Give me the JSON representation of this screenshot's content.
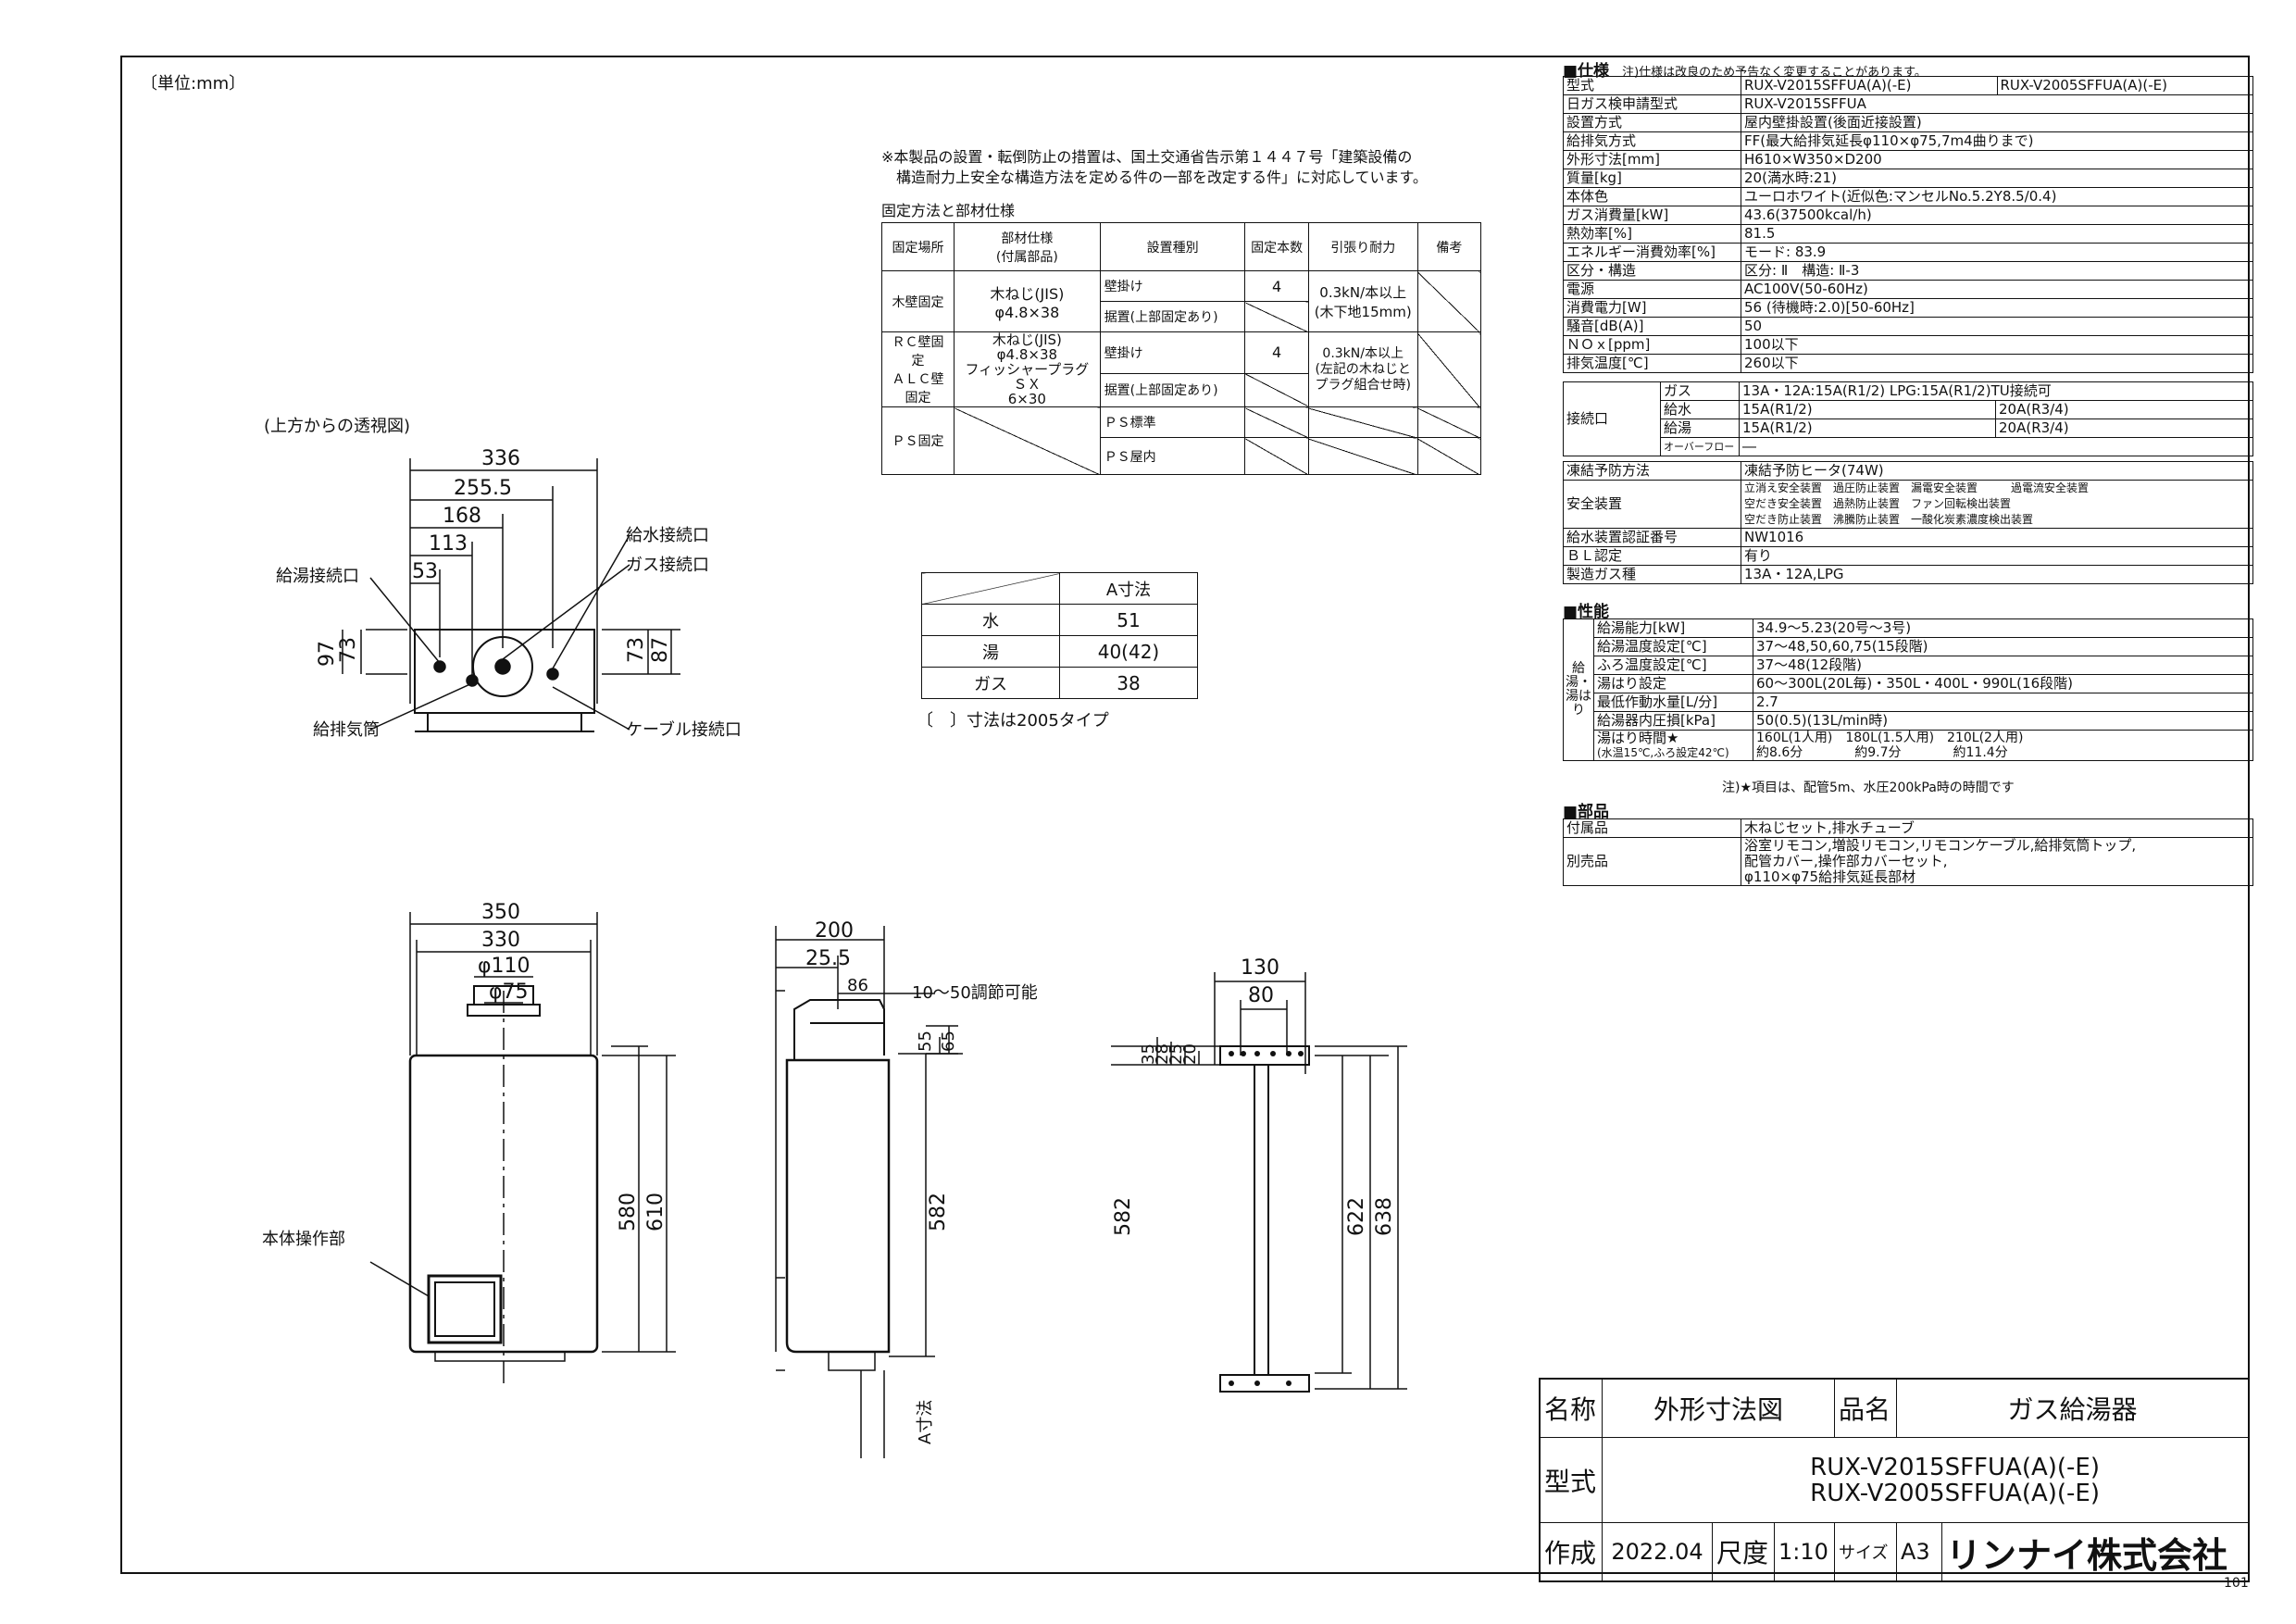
{
  "unit_note": "〔単位:mm〕",
  "fixing_note": {
    "line1": "※本製品の設置・転倒防止の措置は、国土交通省告示第１４４７号「建築設備の",
    "line2": "　構造耐力上安全な構造方法を定める件の一部を改定する件」に対応しています。",
    "caption": "固定方法と部材仕様"
  },
  "fixing_table": {
    "headers": [
      "固定場所",
      "部材仕様\n(付属部品)",
      "設置種別",
      "固定本数",
      "引張り耐力",
      "備考"
    ],
    "wood_place": "木壁固定",
    "wood_material": "木ねじ(JIS)\nφ4.8×38",
    "wall_hang": "壁掛け",
    "wood_count": "4",
    "wood_strength": "0.3kN/本以上\n(木下地15mm)",
    "shelf_top": "据置(上部固定あり)",
    "rc_place": "ＲＣ壁固定\nＡＬＣ壁固定",
    "rc_material": "木ねじ(JIS)\nφ4.8×38\nフィッシャープラグＳＸ\n6×30",
    "rc_hang": "壁掛け",
    "rc_count": "4",
    "rc_strength": "0.3kN/本以上\n(左記の木ねじと\nプラグ組合せ時)",
    "rc_shelf": "据置(上部固定あり)",
    "ps_place": "ＰＳ固定",
    "ps_std": "ＰＳ標準",
    "ps_inner": "ＰＳ屋内"
  },
  "a_table": {
    "header": "A寸法",
    "rows": [
      [
        "水",
        "51"
      ],
      [
        "湯",
        "40(42)"
      ],
      [
        "ガス",
        "38"
      ]
    ],
    "note": "〔　〕寸法は2005タイプ"
  },
  "top_view": {
    "caption": "(上方からの透視図)",
    "dims": [
      "336",
      "255.5",
      "168",
      "113",
      "53",
      "97",
      "73",
      "73",
      "87"
    ],
    "labels": {
      "hot_out": "給湯接続口",
      "water_in": "給水接続口",
      "gas_in": "ガス接続口",
      "flue": "給排気筒",
      "cable": "ケーブル接続口"
    }
  },
  "front_view": {
    "dims": [
      "350",
      "330",
      "φ110",
      "φ75",
      "580",
      "610"
    ],
    "panel_label": "本体操作部"
  },
  "side_view": {
    "dims": [
      "200",
      "25.5",
      "86",
      "10～50調節可能",
      "55",
      "65",
      "582",
      "A寸法"
    ]
  },
  "bracket_view": {
    "dims": [
      "130",
      "80",
      "35",
      "28",
      "25",
      "20",
      "582",
      "622",
      "638"
    ]
  },
  "spec": {
    "head": "■仕様",
    "head_note": "注)仕様は改良のため予告なく変更することがあります。",
    "model_label": "型式",
    "model_a": "RUX-V2015SFFUA(A)(-E)",
    "model_b": "RUX-V2005SFFUA(A)(-E)",
    "rows": [
      [
        "日ガス検申請型式",
        "RUX-V2015SFFUA"
      ],
      [
        "設置方式",
        "屋内壁掛設置(後面近接設置)"
      ],
      [
        "給排気方式",
        "FF(最大給排気延長φ110×φ75,7m4曲りまで)"
      ],
      [
        "外形寸法[mm]",
        "H610×W350×D200"
      ],
      [
        "質量[kg]",
        "20(満水時:21)"
      ],
      [
        "本体色",
        "ユーロホワイト(近似色:マンセルNo.5.2Y8.5/0.4)"
      ],
      [
        "ガス消費量[kW]",
        "43.6(37500kcal/h)"
      ],
      [
        "熱効率[%]",
        "81.5"
      ],
      [
        "エネルギー消費効率[%]",
        "モード: 83.9"
      ],
      [
        "区分・構造",
        "区分: Ⅱ　構造: Ⅱ-3"
      ],
      [
        "電源",
        "AC100V(50-60Hz)"
      ],
      [
        "消費電力[W]",
        "56 (待機時:2.0)[50-60Hz]"
      ],
      [
        "騒音[dB(A)]",
        "50"
      ],
      [
        "ＮＯｘ[ppm]",
        "100以下"
      ],
      [
        "排気温度[℃]",
        "260以下"
      ]
    ],
    "conn_label": "接続口",
    "conn_gas_label": "ガス",
    "conn_gas": "13A・12A:15A(R1/2) LPG:15A(R1/2)TU接続可",
    "conn_water_label": "給水",
    "conn_water_a": "15A(R1/2)",
    "conn_water_b": "20A(R3/4)",
    "conn_hot_label": "給湯",
    "conn_hot_a": "15A(R1/2)",
    "conn_hot_b": "20A(R3/4)",
    "conn_over_label": "オーバーフロー",
    "conn_over": "―",
    "freeze_label": "凍結予防方法",
    "freeze": "凍結予防ヒータ(74W)",
    "safety_label": "安全装置",
    "safety_lines": [
      "立消え安全装置　過圧防止装置　漏電安全装置　　　過電流安全装置",
      "空だき安全装置　過熱防止装置　ファン回転検出装置",
      "空だき防止装置　沸騰防止装置　一酸化炭素濃度検出装置"
    ],
    "cert_label": "給水装置認証番号",
    "cert": "NW1016",
    "bl_label": "ＢＬ認定",
    "bl": "有り",
    "gas_label": "製造ガス種",
    "gas": "13A・12A,LPG"
  },
  "perf": {
    "head": "■性能",
    "group": "給湯・湯はり",
    "rows": [
      [
        "給湯能力[kW]",
        "34.9～5.23(20号～3号)"
      ],
      [
        "給湯温度設定[℃]",
        "37～48,50,60,75(15段階)"
      ],
      [
        "ふろ温度設定[℃]",
        "37～48(12段階)"
      ],
      [
        "湯はり設定",
        "60～300L(20L毎)・350L・400L・990L(16段階)"
      ],
      [
        "最低作動水量[L/分]",
        "2.7"
      ],
      [
        "給湯器内圧損[kPa]",
        "50(0.5)(13L/min時)"
      ]
    ],
    "time_label": "湯はり時間★",
    "time_sub": "(水温15℃,ふろ設定42℃)",
    "time_top": "160L(1人用)　180L(1.5人用)　210L(2人用)",
    "time_bottom": "約8.6分　　　　約9.7分　　　　約11.4分",
    "note": "注)★項目は、配管5m、水圧200kPa時の時間です"
  },
  "parts": {
    "head": "■部品",
    "acc_label": "付属品",
    "acc": "木ねじセット,排水チューブ",
    "sep_label": "別売品",
    "sep_lines": [
      "浴室リモコン,増設リモコン,リモコンケーブル,給排気筒トップ,",
      "配管カバー,操作部カバーセット,",
      "φ110×φ75給排気延長部材"
    ]
  },
  "title_block": {
    "name_label": "名称",
    "name": "外形寸法図",
    "product_label": "品名",
    "product": "ガス給湯器",
    "model_label": "型式",
    "model1": "RUX-V2015SFFUA(A)(-E)",
    "model2": "RUX-V2005SFFUA(A)(-E)",
    "made_label": "作成",
    "date": "2022.04",
    "scale_label": "尺度",
    "scale": "1:10",
    "size_label": "サイズ",
    "size": "A3",
    "company": "リンナイ株式会社"
  },
  "page_no": "101"
}
